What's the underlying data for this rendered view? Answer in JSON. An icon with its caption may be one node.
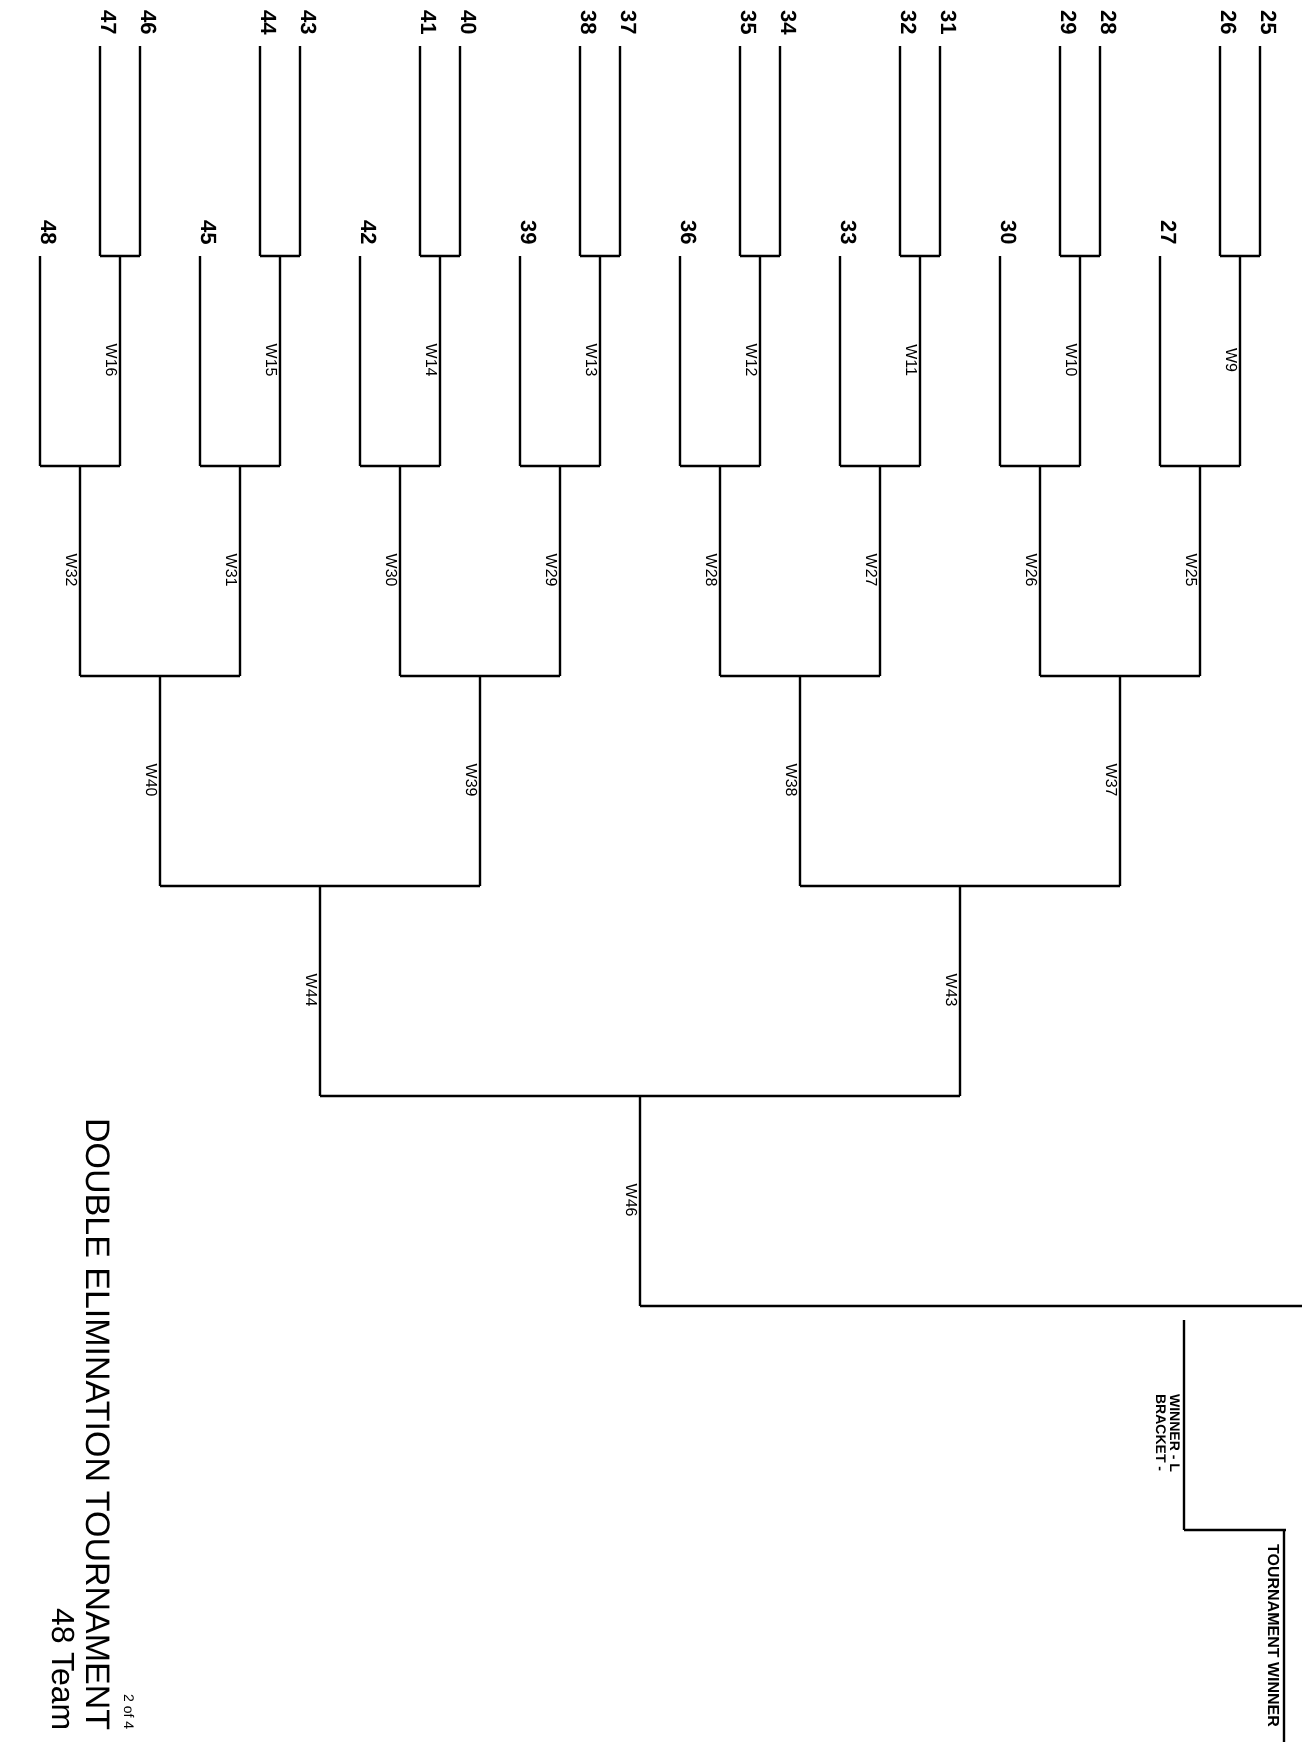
{
  "diagram": {
    "title": "DOUBLE ELIMINATION TOURNAMENT",
    "labels": [
      "25",
      "26",
      "27",
      "28",
      "29",
      "30",
      "31",
      "32",
      "33",
      "34",
      "35",
      "36",
      "37",
      "38",
      "39",
      "40",
      "41",
      "42",
      "43",
      "44",
      "45",
      "46",
      "47",
      "48",
      "W9",
      "W10",
      "W11",
      "W12",
      "W13",
      "W14",
      "W15",
      "W16",
      "W25",
      "W26",
      "W27",
      "W28",
      "W29",
      "W30",
      "W31",
      "W32",
      "W37",
      "W38",
      "W39",
      "W40",
      "W43",
      "W44",
      "W46",
      "WINNER - L BRACKET -",
      "TOURNAMENT WINNER",
      "2 of 4",
      "48 Team"
    ]
  }
}
